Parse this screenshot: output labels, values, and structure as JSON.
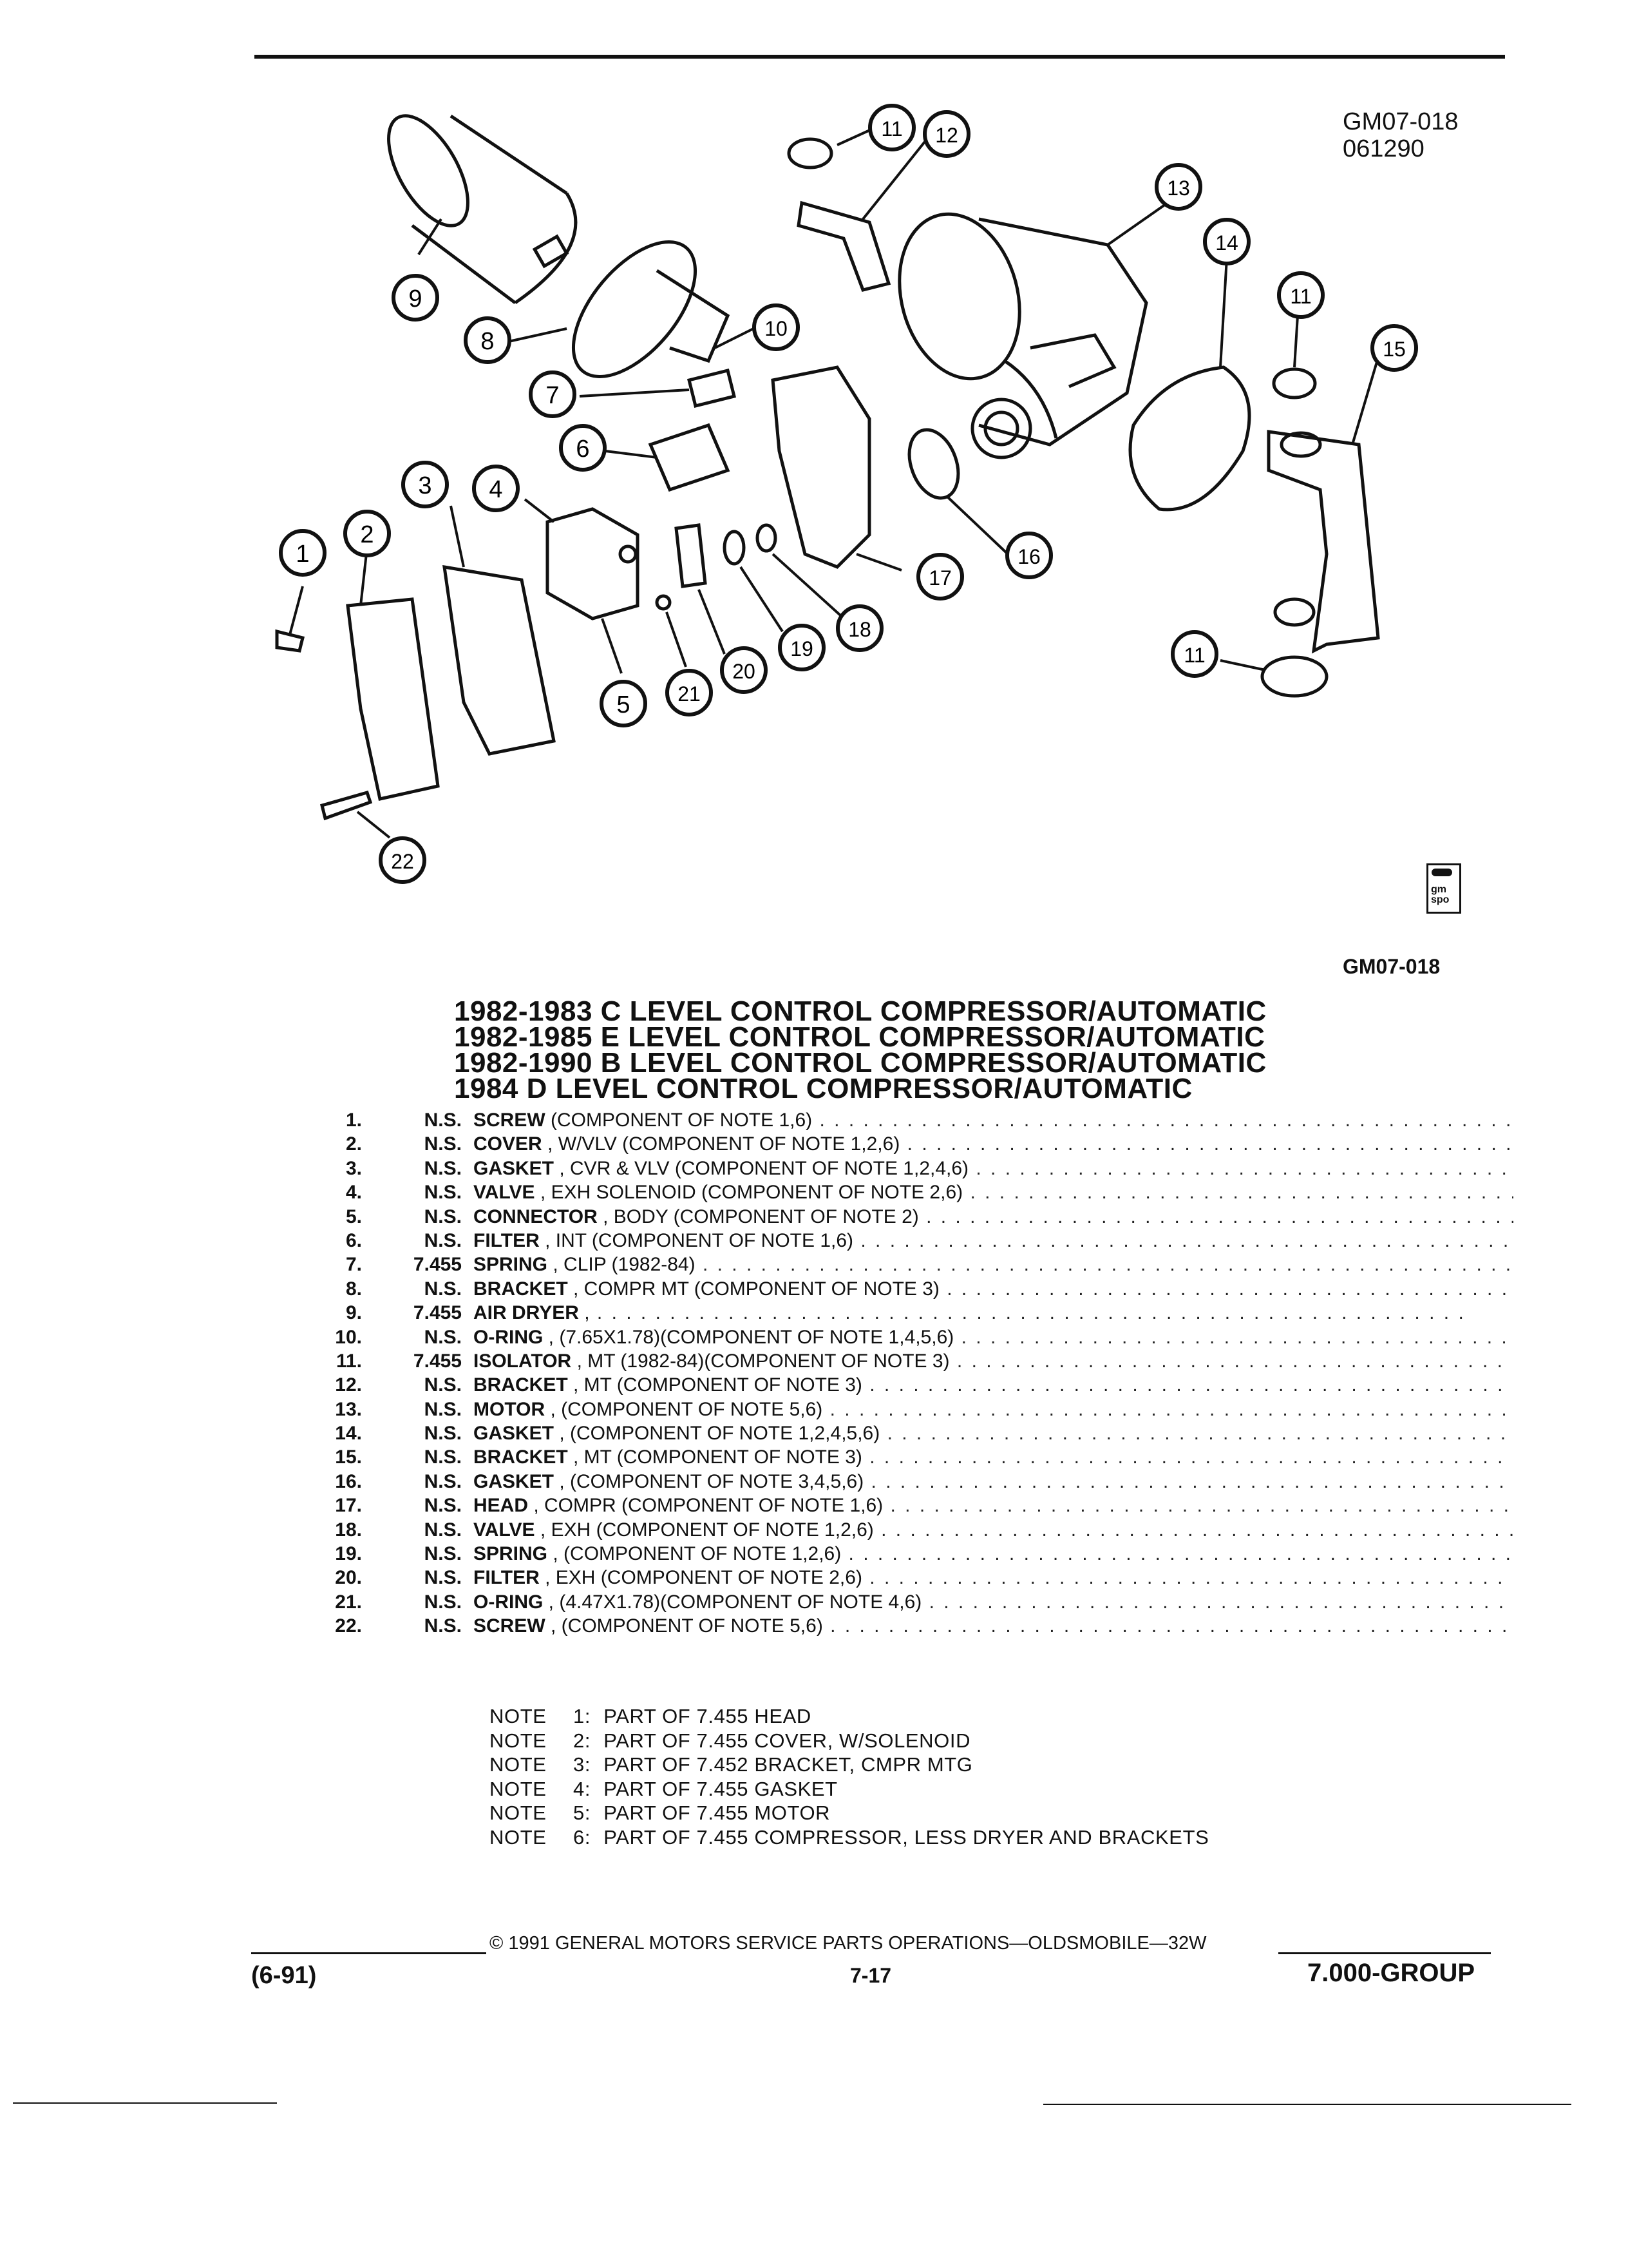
{
  "figure": {
    "id": "GM07-018",
    "date_code": "061290",
    "id_bottom": "GM07-018",
    "callouts": [
      "1",
      "2",
      "3",
      "4",
      "5",
      "6",
      "7",
      "8",
      "9",
      "10",
      "11",
      "12",
      "13",
      "14",
      "15",
      "16",
      "17",
      "18",
      "19",
      "20",
      "21",
      "22"
    ]
  },
  "titles": [
    "1982-1983 C LEVEL CONTROL COMPRESSOR/AUTOMATIC",
    "1982-1985 E LEVEL CONTROL COMPRESSOR/AUTOMATIC",
    "1982-1990 B LEVEL CONTROL COMPRESSOR/AUTOMATIC",
    "1984 D LEVEL CONTROL COMPRESSOR/AUTOMATIC"
  ],
  "parts": [
    {
      "num": "1.",
      "code": "N.S.",
      "name": "SCREW",
      "detail": " (COMPONENT OF NOTE 1,6)"
    },
    {
      "num": "2.",
      "code": "N.S.",
      "name": "COVER",
      "detail": " , W/VLV (COMPONENT OF NOTE 1,2,6)"
    },
    {
      "num": "3.",
      "code": "N.S.",
      "name": "GASKET",
      "detail": " , CVR & VLV (COMPONENT OF NOTE 1,2,4,6)"
    },
    {
      "num": "4.",
      "code": "N.S.",
      "name": "VALVE",
      "detail": " , EXH SOLENOID (COMPONENT OF NOTE 2,6)"
    },
    {
      "num": "5.",
      "code": "N.S.",
      "name": "CONNECTOR",
      "detail": " , BODY (COMPONENT OF NOTE 2)"
    },
    {
      "num": "6.",
      "code": "N.S.",
      "name": "FILTER",
      "detail": " , INT (COMPONENT OF NOTE 1,6)"
    },
    {
      "num": "7.",
      "code": "7.455",
      "name": "SPRING",
      "detail": " , CLIP (1982-84)"
    },
    {
      "num": "8.",
      "code": "N.S.",
      "name": "BRACKET",
      "detail": " , COMPR MT (COMPONENT OF NOTE 3)"
    },
    {
      "num": "9.",
      "code": "7.455",
      "name": "AIR DRYER",
      "detail": " ,"
    },
    {
      "num": "10.",
      "code": "N.S.",
      "name": "O-RING",
      "detail": " , (7.65X1.78)(COMPONENT OF NOTE 1,4,5,6)"
    },
    {
      "num": "11.",
      "code": "7.455",
      "name": "ISOLATOR",
      "detail": " , MT (1982-84)(COMPONENT OF NOTE 3)"
    },
    {
      "num": "12.",
      "code": "N.S.",
      "name": "BRACKET",
      "detail": " , MT (COMPONENT OF NOTE 3)"
    },
    {
      "num": "13.",
      "code": "N.S.",
      "name": "MOTOR",
      "detail": " , (COMPONENT OF NOTE 5,6)"
    },
    {
      "num": "14.",
      "code": "N.S.",
      "name": "GASKET",
      "detail": " , (COMPONENT OF NOTE 1,2,4,5,6)"
    },
    {
      "num": "15.",
      "code": "N.S.",
      "name": "BRACKET",
      "detail": " , MT (COMPONENT OF NOTE 3)"
    },
    {
      "num": "16.",
      "code": "N.S.",
      "name": "GASKET",
      "detail": " , (COMPONENT OF NOTE 3,4,5,6)"
    },
    {
      "num": "17.",
      "code": "N.S.",
      "name": "HEAD",
      "detail": " , COMPR (COMPONENT OF NOTE 1,6)"
    },
    {
      "num": "18.",
      "code": "N.S.",
      "name": "VALVE",
      "detail": " , EXH (COMPONENT OF NOTE 1,2,6)"
    },
    {
      "num": "19.",
      "code": "N.S.",
      "name": "SPRING",
      "detail": " , (COMPONENT OF NOTE 1,2,6)"
    },
    {
      "num": "20.",
      "code": "N.S.",
      "name": "FILTER",
      "detail": " , EXH (COMPONENT OF NOTE 2,6)"
    },
    {
      "num": "21.",
      "code": "N.S.",
      "name": "O-RING",
      "detail": " , (4.47X1.78)(COMPONENT OF NOTE 4,6)"
    },
    {
      "num": "22.",
      "code": "N.S.",
      "name": "SCREW",
      "detail": " , (COMPONENT OF NOTE 5,6)"
    }
  ],
  "notes": [
    {
      "label": "NOTE",
      "num": "1:",
      "text": "PART OF 7.455 HEAD"
    },
    {
      "label": "NOTE",
      "num": "2:",
      "text": "PART OF 7.455 COVER, W/SOLENOID"
    },
    {
      "label": "NOTE",
      "num": "3:",
      "text": "PART OF 7.452 BRACKET, CMPR MTG"
    },
    {
      "label": "NOTE",
      "num": "4:",
      "text": "PART OF 7.455 GASKET"
    },
    {
      "label": "NOTE",
      "num": "5:",
      "text": "PART OF 7.455 MOTOR"
    },
    {
      "label": "NOTE",
      "num": "6:",
      "text": "PART OF 7.455 COMPRESSOR, LESS DRYER AND BRACKETS"
    }
  ],
  "footer": {
    "copyright": "© 1991 GENERAL MOTORS SERVICE PARTS OPERATIONS—OLDSMOBILE—32W",
    "date": "(6-91)",
    "page": "7-17",
    "group": "7.000-GROUP"
  },
  "logo": {
    "text": "gm spo"
  }
}
